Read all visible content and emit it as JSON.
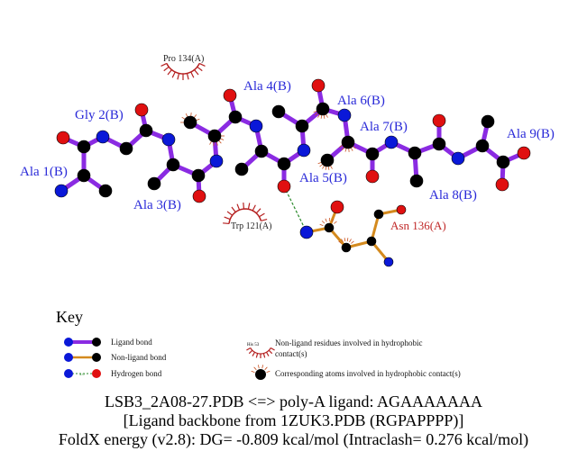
{
  "colors": {
    "ligand_bond": "#8a2be2",
    "nonligand_bond": "#d48a1e",
    "hbond": "#2a8a2a",
    "N": "#0a18d8",
    "O": "#e01010",
    "C": "#000000",
    "hydrophobic": "#b52020",
    "label": "#2a2ad8"
  },
  "residue_labels": [
    "Ala 1(B)",
    "Gly 2(B)",
    "Ala 3(B)",
    "Ala 4(B)",
    "Ala 5(B)",
    "Ala 6(B)",
    "Ala 7(B)",
    "Ala 8(B)",
    "Ala 9(B)"
  ],
  "hydrophobic_residues": [
    "Pro 134(A)",
    "Trp 121(A)"
  ],
  "hbond_residue": "Asn 136(A)",
  "key": {
    "title": "Key",
    "ligand_bond": "Ligand bond",
    "nonligand_bond": "Non-ligand bond",
    "hydrogen_bond": "Hydrogen bond",
    "hbond_length": "3.0",
    "example_residue": "His 53",
    "nonligand_residues_line1": "Non-ligand residues involved in hydrophobic",
    "nonligand_residues_line2": "contact(s)",
    "corresponding_atoms": "Corresponding atoms involved in hydrophobic contact(s)"
  },
  "caption": {
    "line1": "LSB3_2A08-27.PDB <=> poly-A ligand: AGAAAAAAA",
    "line2": "[Ligand backbone from 1ZUK3.PDB (RGPAPPPP)]",
    "line3": "FoldX energy (v2.8): DG= -0.809 kcal/mol (Intraclash= 0.276 kcal/mol)"
  }
}
